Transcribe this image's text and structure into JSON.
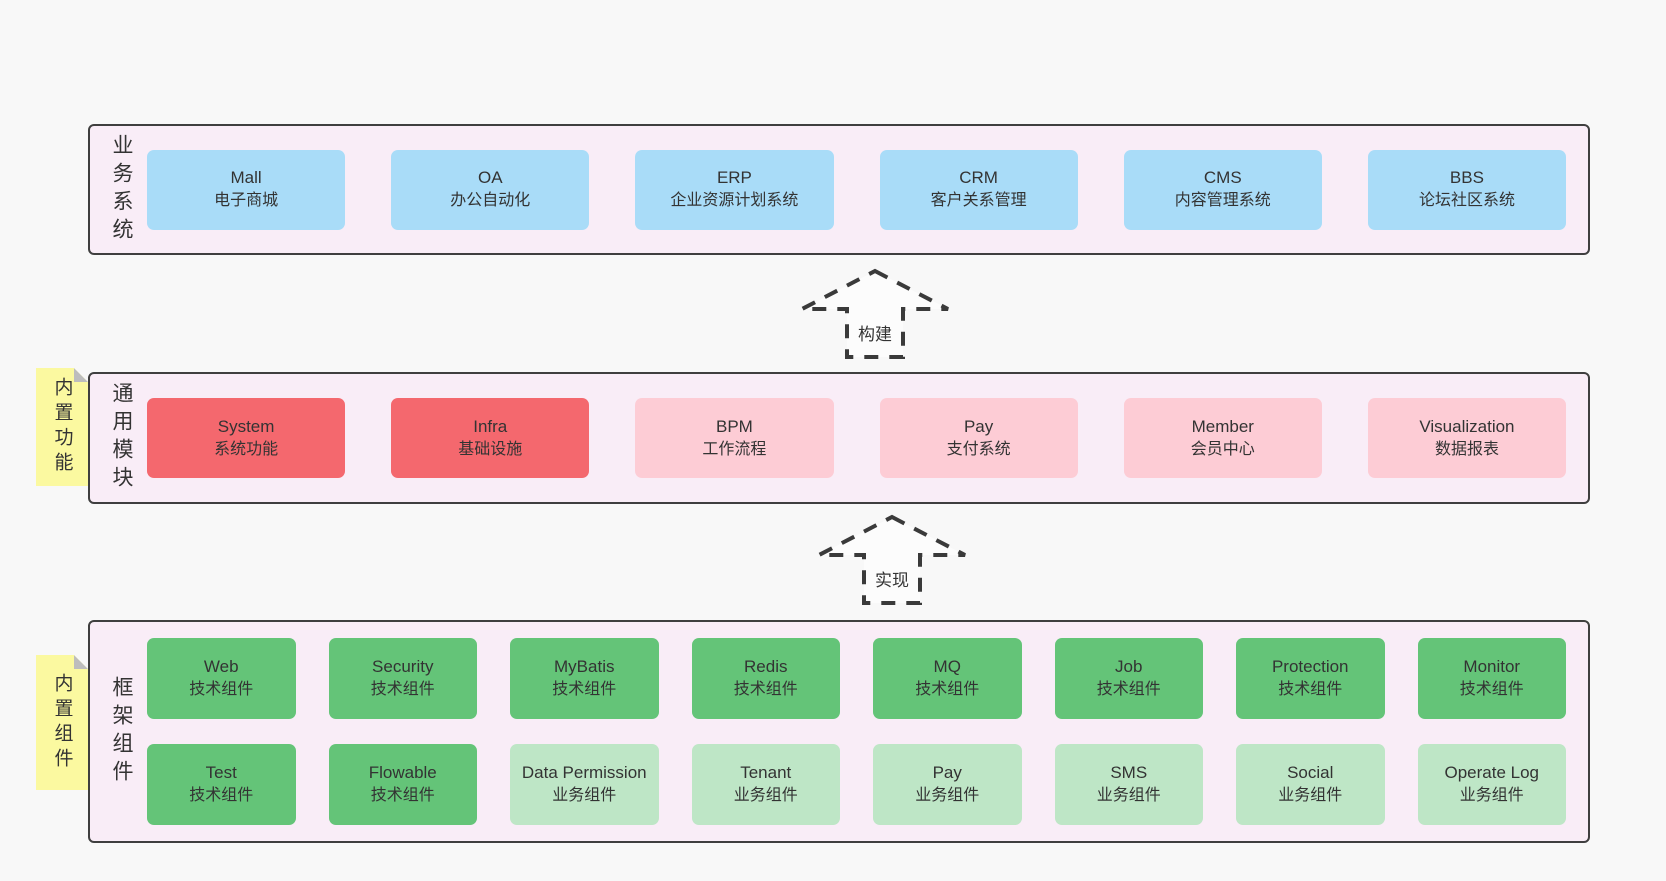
{
  "colors": {
    "canvas_bg": "#f8f8f8",
    "layer_bg": "#f9edf7",
    "layer_border": "#3f3f3f",
    "text": "#333333",
    "blue": "#a9dcf8",
    "red": "#f4686e",
    "pink": "#fdccd5",
    "green": "#64c478",
    "light_green": "#bee6c6",
    "sticky": "#fbf9a0",
    "sticky_fold": "#bdbdbd",
    "arrow_line": "#3a3a3a",
    "arrow_fill": "#fcfcfc"
  },
  "arrows": [
    {
      "label": "构建"
    },
    {
      "label": "实现"
    }
  ],
  "layers": [
    {
      "label": "业务系统",
      "sticky": null,
      "rows": [
        [
          {
            "title": "Mall",
            "subtitle": "电子商城",
            "variant": "blue"
          },
          {
            "title": "OA",
            "subtitle": "办公自动化",
            "variant": "blue"
          },
          {
            "title": "ERP",
            "subtitle": "企业资源计划系统",
            "variant": "blue"
          },
          {
            "title": "CRM",
            "subtitle": "客户关系管理",
            "variant": "blue"
          },
          {
            "title": "CMS",
            "subtitle": "内容管理系统",
            "variant": "blue"
          },
          {
            "title": "BBS",
            "subtitle": "论坛社区系统",
            "variant": "blue"
          }
        ]
      ]
    },
    {
      "label": "通用模块",
      "sticky": "内置功能",
      "rows": [
        [
          {
            "title": "System",
            "subtitle": "系统功能",
            "variant": "red"
          },
          {
            "title": "Infra",
            "subtitle": "基础设施",
            "variant": "red"
          },
          {
            "title": "BPM",
            "subtitle": "工作流程",
            "variant": "pink"
          },
          {
            "title": "Pay",
            "subtitle": "支付系统",
            "variant": "pink"
          },
          {
            "title": "Member",
            "subtitle": "会员中心",
            "variant": "pink"
          },
          {
            "title": "Visualization",
            "subtitle": "数据报表",
            "variant": "pink"
          }
        ]
      ]
    },
    {
      "label": "框架组件",
      "sticky": "内置组件",
      "rows": [
        [
          {
            "title": "Web",
            "subtitle": "技术组件",
            "variant": "green"
          },
          {
            "title": "Security",
            "subtitle": "技术组件",
            "variant": "green"
          },
          {
            "title": "MyBatis",
            "subtitle": "技术组件",
            "variant": "green"
          },
          {
            "title": "Redis",
            "subtitle": "技术组件",
            "variant": "green"
          },
          {
            "title": "MQ",
            "subtitle": "技术组件",
            "variant": "green"
          },
          {
            "title": "Job",
            "subtitle": "技术组件",
            "variant": "green"
          },
          {
            "title": "Protection",
            "subtitle": "技术组件",
            "variant": "green"
          },
          {
            "title": "Monitor",
            "subtitle": "技术组件",
            "variant": "green"
          }
        ],
        [
          {
            "title": "Test",
            "subtitle": "技术组件",
            "variant": "green"
          },
          {
            "title": "Flowable",
            "subtitle": "技术组件",
            "variant": "green"
          },
          {
            "title": "Data Permission",
            "subtitle": "业务组件",
            "variant": "light_green"
          },
          {
            "title": "Tenant",
            "subtitle": "业务组件",
            "variant": "light_green"
          },
          {
            "title": "Pay",
            "subtitle": "业务组件",
            "variant": "light_green"
          },
          {
            "title": "SMS",
            "subtitle": "业务组件",
            "variant": "light_green"
          },
          {
            "title": "Social",
            "subtitle": "业务组件",
            "variant": "light_green"
          },
          {
            "title": "Operate Log",
            "subtitle": "业务组件",
            "variant": "light_green"
          }
        ]
      ]
    }
  ]
}
